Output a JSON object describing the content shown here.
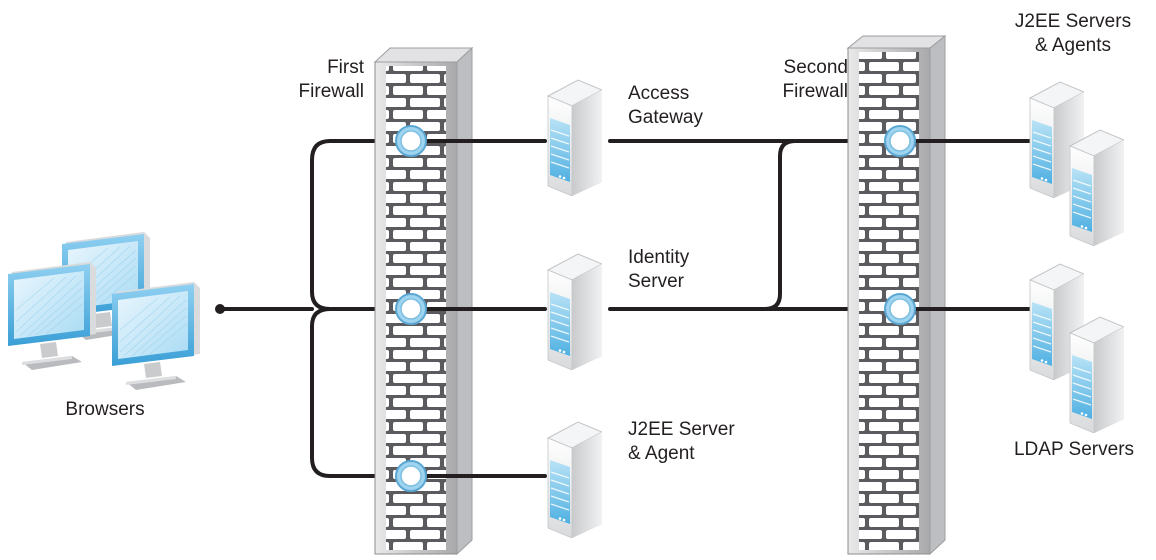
{
  "labels": {
    "first_firewall": "First\nFirewall",
    "second_firewall": "Second\nFirewall",
    "access_gateway": "Access\nGateway",
    "identity_server": "Identity\nServer",
    "j2ee_server_agent": "J2EE Server\n& Agent",
    "j2ee_servers_agents": "J2EE Servers\n& Agents",
    "ldap_servers": "LDAP Servers",
    "browsers": "Browsers"
  },
  "colors": {
    "line": "#231f20",
    "wall_frame": "#cfcfcf",
    "wall_mortar": "#5b5b5f",
    "brick": "#ffffff",
    "monitor_blue": "#5bb6e6",
    "server_blue": "#7fc8ec",
    "server_body": "#e7e8ea"
  },
  "icons": [
    "brick-wall-icon",
    "server-tower-icon",
    "desktop-monitor-icon",
    "port-ring-icon"
  ]
}
